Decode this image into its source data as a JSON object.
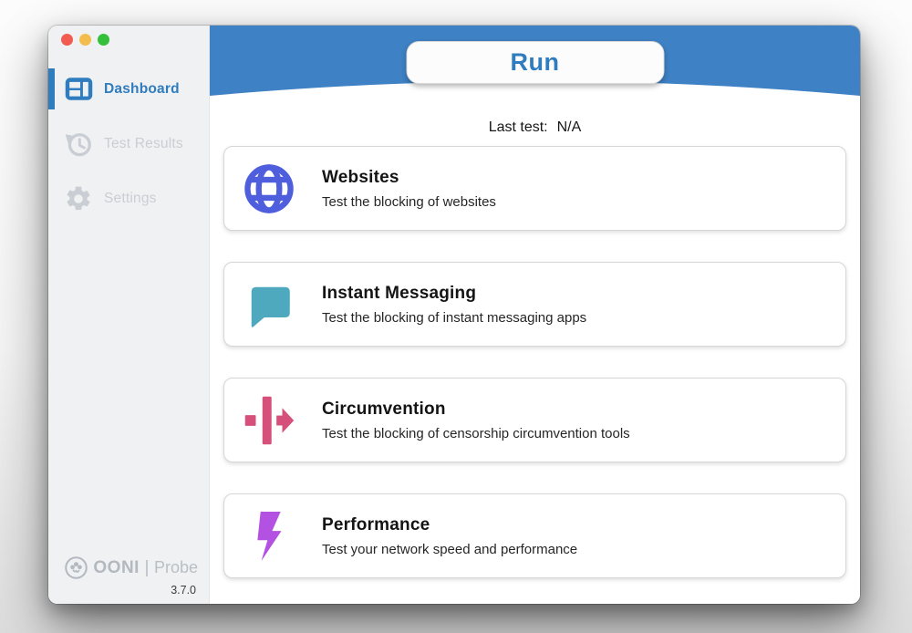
{
  "window": {
    "traffic_lights": [
      "close",
      "minimize",
      "zoom"
    ]
  },
  "sidebar": {
    "items": [
      {
        "label": "Dashboard",
        "icon": "dashboard-icon",
        "active": true
      },
      {
        "label": "Test Results",
        "icon": "history-icon",
        "active": false
      },
      {
        "label": "Settings",
        "icon": "gear-icon",
        "active": false
      }
    ],
    "logo": {
      "brand": "OONI",
      "product": "Probe",
      "icon": "ooni-logo-icon"
    },
    "version": "3.7.0"
  },
  "header": {
    "run_label": "Run",
    "last_test_label": "Last test:",
    "last_test_value": "N/A"
  },
  "cards": [
    {
      "title": "Websites",
      "description": "Test the blocking of websites",
      "icon": "globe-icon",
      "color": "#4E5EDD"
    },
    {
      "title": "Instant Messaging",
      "description": "Test the blocking of instant messaging apps",
      "icon": "chat-bubble-icon",
      "color": "#4EA8BE"
    },
    {
      "title": "Circumvention",
      "description": "Test the blocking of censorship circumvention tools",
      "icon": "circumvention-arrow-icon",
      "color": "#D5507A"
    },
    {
      "title": "Performance",
      "description": "Test your network speed and performance",
      "icon": "lightning-bolt-icon",
      "color": "#B351E2"
    }
  ],
  "colors": {
    "brand_blue": "#3E81C4",
    "active_item_blue": "#2F7CBF",
    "sidebar_bg": "#F0F1F2",
    "inactive_gray": "#C9CED4",
    "traffic_close": "#F15B51",
    "traffic_minimize": "#F3BD4E",
    "traffic_zoom": "#35C03B"
  }
}
